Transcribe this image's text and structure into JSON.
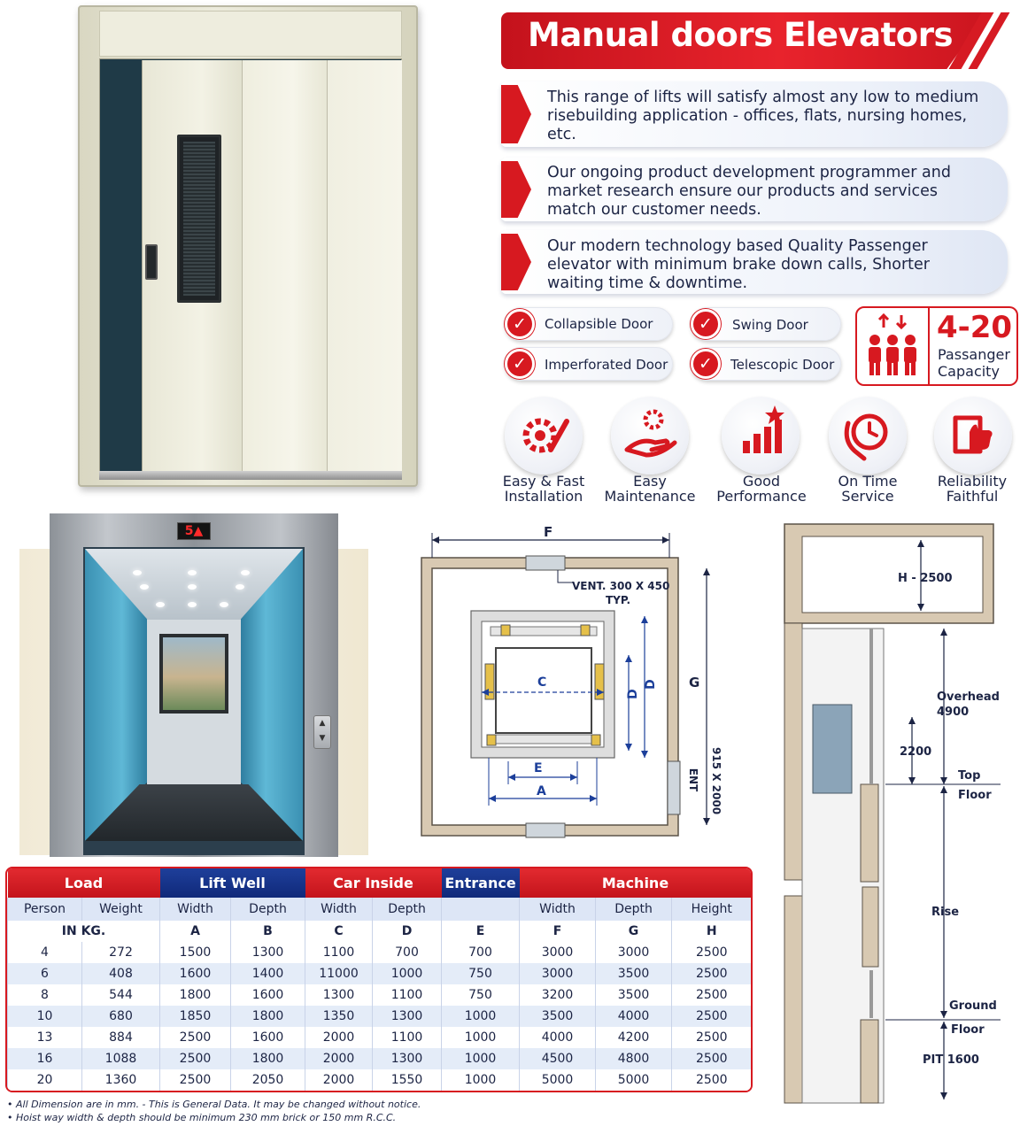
{
  "title": "Manual doors Elevators",
  "info_points": [
    "This range of lifts will satisfy almost any low to medium risebuilding application - offices, flats, nursing homes, etc.",
    "Our ongoing product development programmer and market research ensure our products and services match our customer needs.",
    "Our modern technology based Quality Passenger elevator with minimum brake down calls, Shorter waiting time & downtime."
  ],
  "door_types": [
    "Collapsible Door",
    "Swing Door",
    "Imperforated Door",
    "Telescopic Door"
  ],
  "capacity": {
    "number": "4-20",
    "line1": "Passanger",
    "line2": "Capacity"
  },
  "features": [
    {
      "line1": "Easy & Fast",
      "line2": "Installation",
      "icon": "gear-wrench-icon"
    },
    {
      "line1": "Easy",
      "line2": "Maintenance",
      "icon": "hand-gear-icon"
    },
    {
      "line1": "Good",
      "line2": "Performance",
      "icon": "bar-chart-star-icon"
    },
    {
      "line1": "On Time",
      "line2": "Service",
      "icon": "clock-icon"
    },
    {
      "line1": "Reliability",
      "line2": "Faithful",
      "icon": "thumbs-up-icon"
    }
  ],
  "elevator_display": "5▲",
  "plan_labels": {
    "f": "F",
    "g": "G",
    "vent1": "VENT. 300 X 450",
    "vent2": "TYP.",
    "c": "C",
    "d1": "D",
    "d2": "D",
    "e": "E",
    "a": "A",
    "ent": "ENT",
    "size": "915 X 2000"
  },
  "section_labels": {
    "h": "H - 2500",
    "overhead1": "Overhead",
    "overhead2": "4900",
    "d2200": "2200",
    "top1": "Top",
    "top2": "Floor",
    "rise": "Rise",
    "ground1": "Ground",
    "ground2": "Floor",
    "pit": "PIT 1600"
  },
  "table": {
    "groups": [
      "Load",
      "Lift Well",
      "Car Inside",
      "Entrance",
      "Machine"
    ],
    "sub": [
      "Person",
      "Weight",
      "Width",
      "Depth",
      "Width",
      "Depth",
      "",
      "Width",
      "Depth",
      "Height"
    ],
    "unit": [
      "IN KG.",
      "A",
      "B",
      "C",
      "D",
      "E",
      "F",
      "G",
      "H"
    ],
    "rows": [
      [
        "4",
        "272",
        "1500",
        "1300",
        "1100",
        "700",
        "700",
        "3000",
        "3000",
        "2500"
      ],
      [
        "6",
        "408",
        "1600",
        "1400",
        "11000",
        "1000",
        "750",
        "3000",
        "3500",
        "2500"
      ],
      [
        "8",
        "544",
        "1800",
        "1600",
        "1300",
        "1100",
        "750",
        "3200",
        "3500",
        "2500"
      ],
      [
        "10",
        "680",
        "1850",
        "1800",
        "1350",
        "1300",
        "1000",
        "3500",
        "4000",
        "2500"
      ],
      [
        "13",
        "884",
        "2500",
        "1600",
        "2000",
        "1100",
        "1000",
        "4000",
        "4200",
        "2500"
      ],
      [
        "16",
        "1088",
        "2500",
        "1800",
        "2000",
        "1300",
        "1000",
        "4500",
        "4800",
        "2500"
      ],
      [
        "20",
        "1360",
        "2500",
        "2050",
        "2000",
        "1550",
        "1000",
        "5000",
        "5000",
        "2500"
      ]
    ]
  },
  "notes": [
    "• All Dimension are in mm. - This is General Data. It may be changed without notice.",
    "• Hoist way width & depth should be minimum 230 mm brick or 150 mm R.C.C."
  ],
  "colors": {
    "brand_red": "#d71920",
    "navy": "#10297a",
    "text": "#1c2444"
  }
}
